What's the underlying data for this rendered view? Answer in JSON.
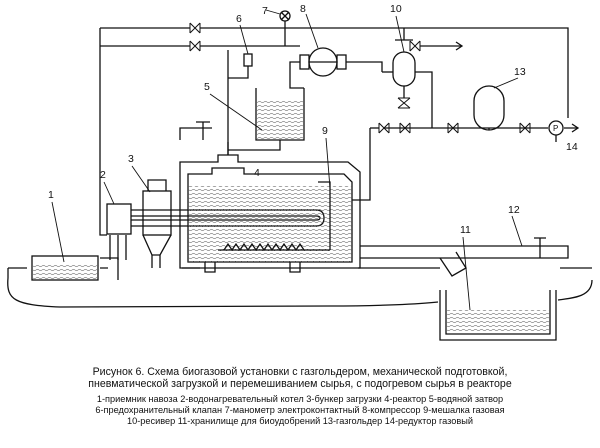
{
  "labels": {
    "n1": "1",
    "n2": "2",
    "n3": "3",
    "n4": "4",
    "n5": "5",
    "n6": "6",
    "n7": "7",
    "n8": "8",
    "n9": "9",
    "n10": "10",
    "n11": "11",
    "n12": "12",
    "n13": "13",
    "n14": "14",
    "gauge": "P"
  },
  "caption": {
    "title_line1": "Рисунок 6. Схема биогазовой установки с газгольдером, механической подготовкой,",
    "title_line2": "пневматической загрузкой и перемешиванием сырья, с подогревом сырья в реакторе",
    "legend_line1": "1-приемник навоза 2-водонагревательный котел 3-бункер загрузки 4-реактор 5-водяной затвор",
    "legend_line2": "6-предохранительный клапан 7-манометр электроконтактный 8-компрессор 9-мешалка газовая",
    "legend_line3": "10-ресивер 11-хранилище для биоудобрений 13-газгольдер 14-редуктор газовый"
  }
}
